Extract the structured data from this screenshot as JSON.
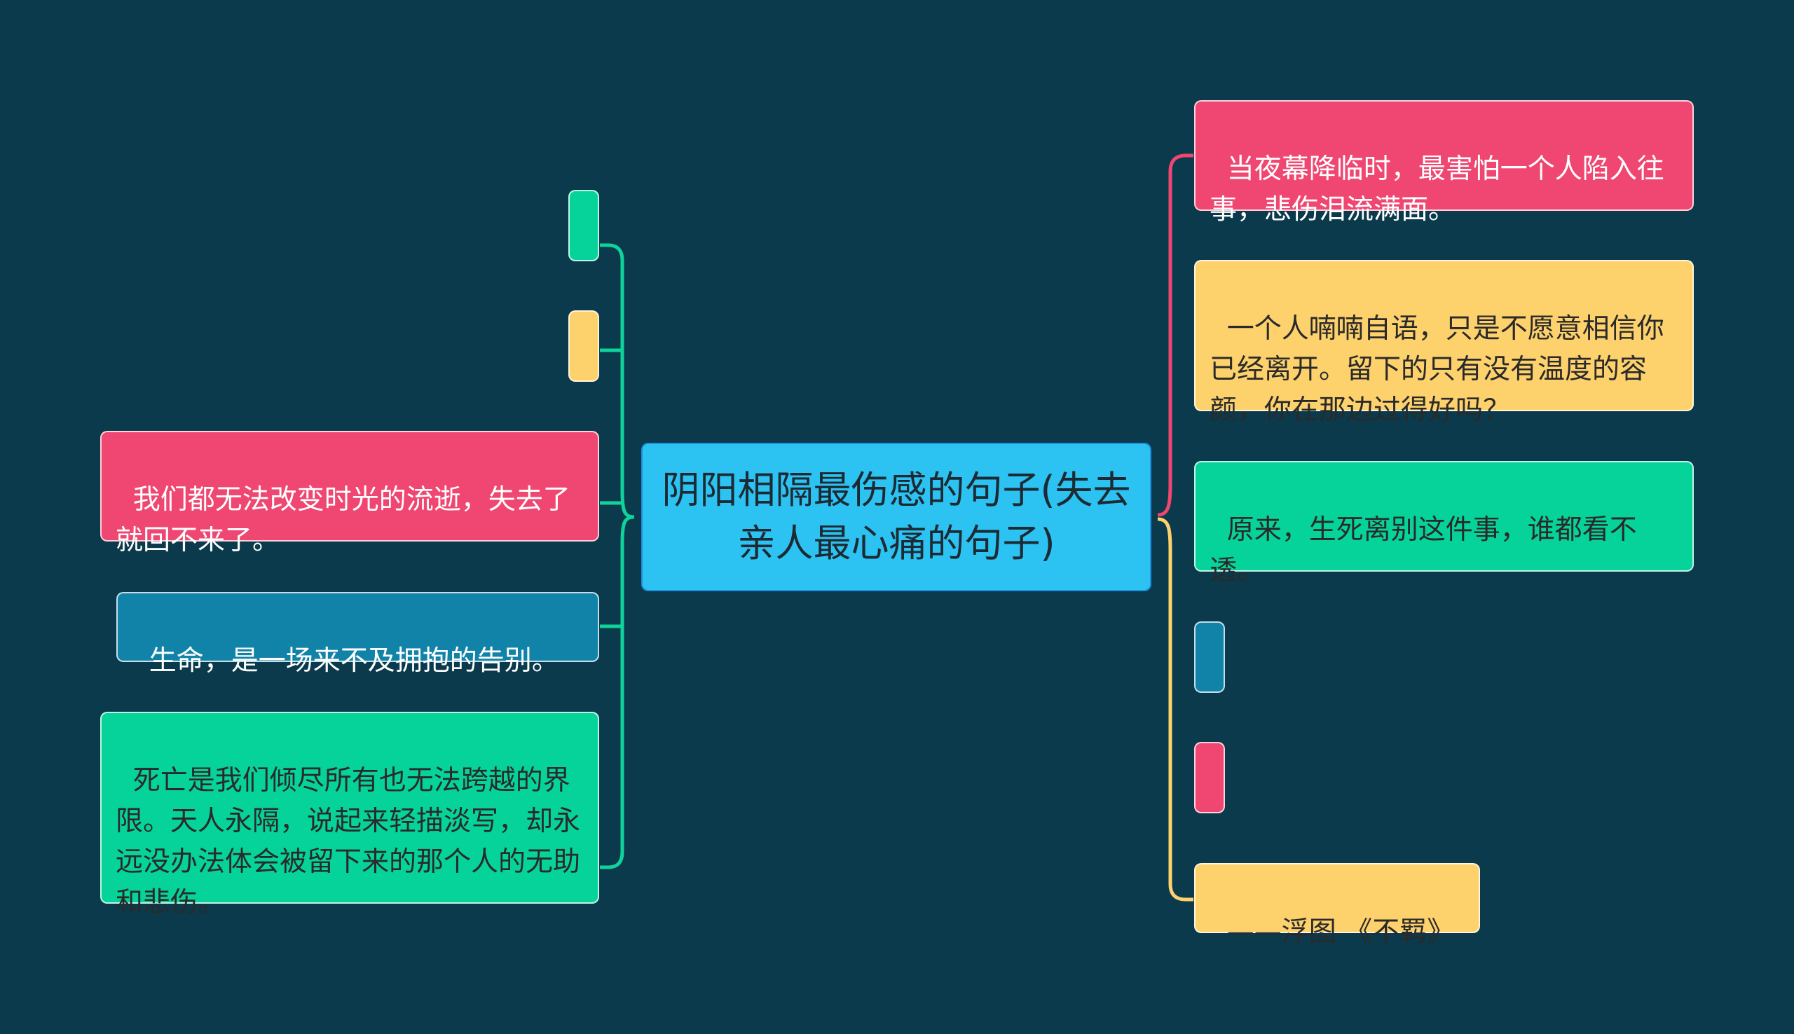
{
  "root": {
    "title": "阴阳相隔最伤感的句子(失去亲人最心痛的句子)"
  },
  "left_branch": {
    "items": [
      {
        "text": ""
      },
      {
        "text": ""
      },
      {
        "text": "我们都无法改变时光的流逝，失去了就回不来了。"
      },
      {
        "text": "生命，是一场来不及拥抱的告别。"
      },
      {
        "text": "死亡是我们倾尽所有也无法跨越的界限。天人永隔，说起来轻描淡写，却永远没办法体会被留下来的那个人的无助和悲伤。"
      }
    ]
  },
  "right_branch": {
    "items": [
      {
        "text": "当夜幕降临时，最害怕一个人陷入往事，悲伤泪流满面。"
      },
      {
        "text": "一个人喃喃自语，只是不愿意相信你已经离开。留下的只有没有温度的容颜，你在那边过得好吗？"
      },
      {
        "text": "原来，生死离别这件事，谁都看不透。"
      },
      {
        "text": ""
      },
      {
        "text": ""
      },
      {
        "text": "——浮图 《不羁》"
      }
    ]
  },
  "colors": {
    "background": "#0a3a4c",
    "center": "#2cc2f1",
    "red": "#ef4771",
    "yellow": "#fdd16c",
    "green": "#06d39a",
    "blue": "#1283a8",
    "connector_left": "#0fd39a",
    "connector_right_top": "#ef4771",
    "connector_right_bottom": "#fdd16c"
  }
}
